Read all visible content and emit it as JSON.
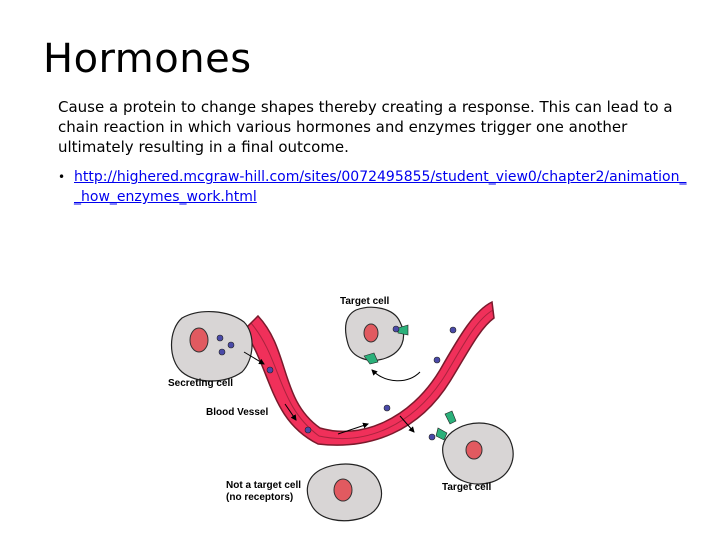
{
  "slide": {
    "title": "Hormones",
    "body": "Cause a protein to change shapes thereby creating a response. This can lead to a chain reaction in which various hormones and enzymes trigger one another ultimately resulting in a final outcome.",
    "bullet_marker": "•",
    "link_text": "http://highered.mcgraw-hill.com/sites/0072495855/student_view0/chapter2/animation__how_enzymes_work.html"
  },
  "diagram": {
    "labels": {
      "target_cell_top": "Target cell",
      "secreting_cell": "Secreting cell",
      "blood_vessel": "Blood Vessel",
      "not_target_line1": "Not a target cell",
      "not_target_line2": "(no receptors)",
      "target_cell_bottom": "Target cell"
    },
    "colors": {
      "vessel": "#f0305a",
      "vessel_stroke": "#7a1a2c",
      "cell": "#d8d5d5",
      "nucleus": "#e15a60",
      "hormone": "#4a4aa8",
      "receptor": "#2bb07a"
    }
  }
}
